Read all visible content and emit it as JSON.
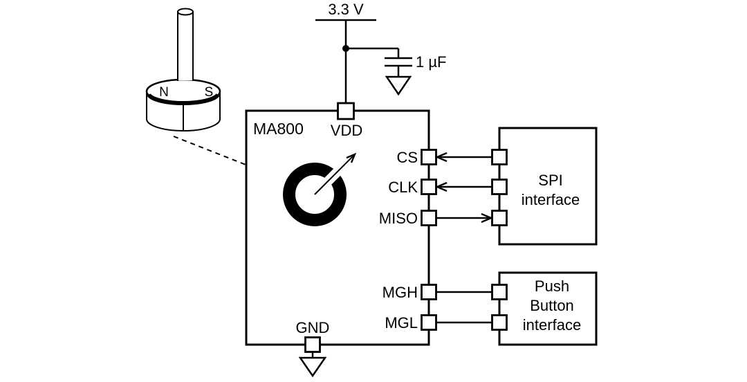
{
  "diagram": {
    "chip": {
      "name": "MA800",
      "pins": {
        "vdd": "VDD",
        "gnd": "GND",
        "cs": "CS",
        "clk": "CLK",
        "miso": "MISO",
        "mgh": "MGH",
        "mgl": "MGL"
      }
    },
    "power": {
      "rail_label": "3.3 V",
      "capacitor_label": "1 µF"
    },
    "magnet": {
      "north_label": "N",
      "south_label": "S"
    },
    "spi_interface": {
      "line1": "SPI",
      "line2": "interface"
    },
    "push_button_interface": {
      "line1": "Push",
      "line2": "Button",
      "line3": "interface"
    },
    "colors": {
      "line": "#000000",
      "background": "#ffffff"
    }
  }
}
